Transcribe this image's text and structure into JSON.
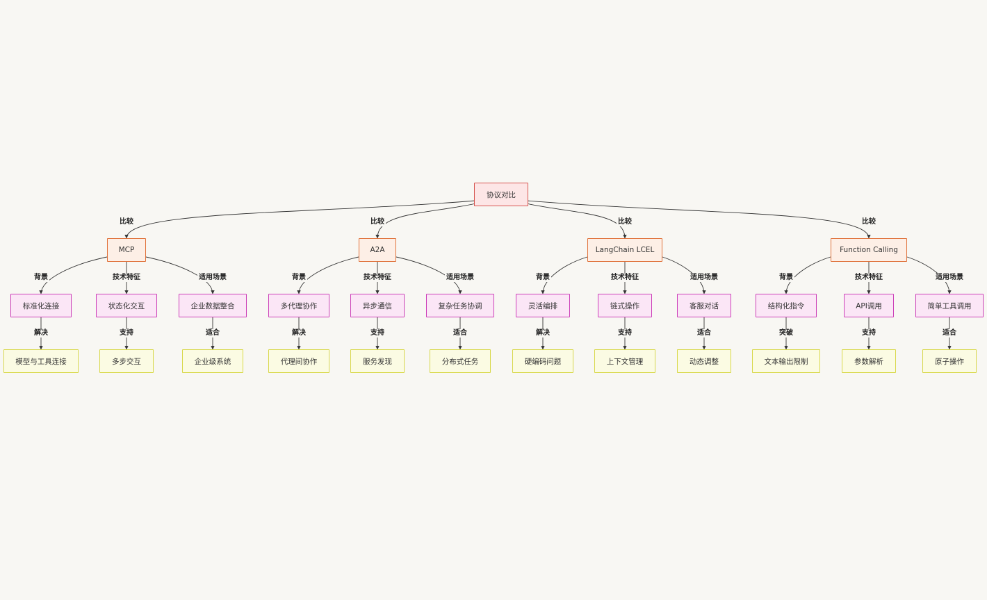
{
  "diagram": {
    "root": "协议对比",
    "root_edge": "比较",
    "protocols": [
      {
        "name": "MCP",
        "children": [
          {
            "edge": "背景",
            "node": "标准化连接",
            "leaf_edge": "解决",
            "leaf": "模型与工具连接"
          },
          {
            "edge": "技术特征",
            "node": "状态化交互",
            "leaf_edge": "支持",
            "leaf": "多步交互"
          },
          {
            "edge": "适用场景",
            "node": "企业数据整合",
            "leaf_edge": "适合",
            "leaf": "企业级系统"
          }
        ]
      },
      {
        "name": "A2A",
        "children": [
          {
            "edge": "背景",
            "node": "多代理协作",
            "leaf_edge": "解决",
            "leaf": "代理间协作"
          },
          {
            "edge": "技术特征",
            "node": "异步通信",
            "leaf_edge": "支持",
            "leaf": "服务发现"
          },
          {
            "edge": "适用场景",
            "node": "复杂任务协调",
            "leaf_edge": "适合",
            "leaf": "分布式任务"
          }
        ]
      },
      {
        "name": "LangChain LCEL",
        "children": [
          {
            "edge": "背景",
            "node": "灵活编排",
            "leaf_edge": "解决",
            "leaf": "硬编码问题"
          },
          {
            "edge": "技术特征",
            "node": "链式操作",
            "leaf_edge": "支持",
            "leaf": "上下文管理"
          },
          {
            "edge": "适用场景",
            "node": "客服对话",
            "leaf_edge": "适合",
            "leaf": "动态调整"
          }
        ]
      },
      {
        "name": "Function Calling",
        "children": [
          {
            "edge": "背景",
            "node": "结构化指令",
            "leaf_edge": "突破",
            "leaf": "文本输出限制"
          },
          {
            "edge": "技术特征",
            "node": "API调用",
            "leaf_edge": "支持",
            "leaf": "参数解析"
          },
          {
            "edge": "适用场景",
            "node": "简单工具调用",
            "leaf_edge": "适合",
            "leaf": "原子操作"
          }
        ]
      }
    ]
  },
  "colors": {
    "background": "#f8f7f3",
    "root_fill": "#fde6e6",
    "root_border": "#d6554f",
    "protocol_fill": "#fdefe6",
    "protocol_border": "#e07038",
    "feature_fill": "#fbe6f6",
    "feature_border": "#cc3fb8",
    "leaf_fill": "#fbfbe3",
    "leaf_border": "#d8d84a",
    "edge": "#333333"
  }
}
